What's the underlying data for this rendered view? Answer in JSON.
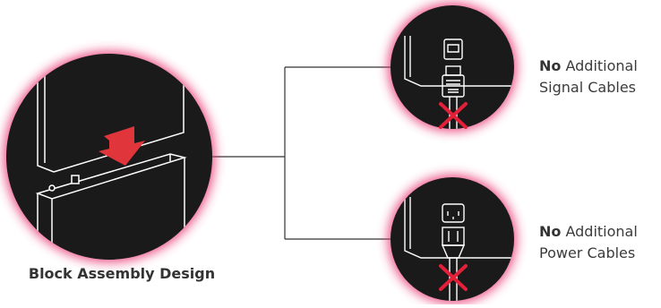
{
  "colors": {
    "circle_fill": "#1a1a1a",
    "glow": "#e8336d",
    "arrow": "#e0353b",
    "cross": "#e3203a",
    "line_art": "#ffffff",
    "connector": "#333333",
    "text": "#333333"
  },
  "block_assembly": {
    "caption": "Block Assembly Design"
  },
  "features": [
    {
      "bold_label": "No",
      "rest_line1": "Additional",
      "line2": "Signal Cables",
      "icon": "network-cable-icon",
      "blocked": true
    },
    {
      "bold_label": "No",
      "rest_line1": "Additional",
      "line2": "Power Cables",
      "icon": "power-cable-icon",
      "blocked": true
    }
  ]
}
